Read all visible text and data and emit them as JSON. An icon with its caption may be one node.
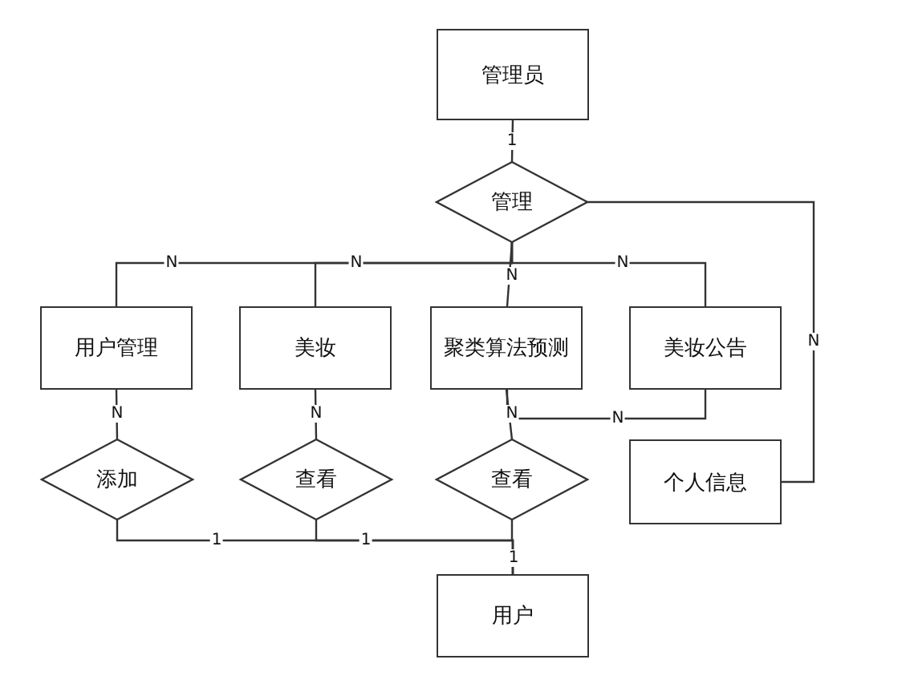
{
  "diagram": {
    "nodes": [
      {
        "text": [
          "管理员"
        ]
      },
      {
        "text": [
          "管理"
        ]
      },
      {
        "text": [
          "用户管理"
        ]
      },
      {
        "text": [
          "美妆"
        ]
      },
      {
        "text": [
          "聚类算法预测"
        ]
      },
      {
        "text": [
          "美妆公告"
        ]
      },
      {
        "text": [
          "添加"
        ]
      },
      {
        "text": [
          "查看"
        ]
      },
      {
        "text": [
          "查看"
        ]
      },
      {
        "text": [
          "个人信息"
        ]
      },
      {
        "text": [
          "用户"
        ]
      }
    ],
    "edges": [
      {
        "from": 0,
        "to": 1,
        "arrow": "none",
        "label": "1"
      },
      {
        "from": 1,
        "to": 2,
        "arrow": "none",
        "label": "N"
      },
      {
        "from": 1,
        "to": 3,
        "arrow": "none",
        "label": "N"
      },
      {
        "from": 1,
        "to": 4,
        "arrow": "none",
        "label": "N"
      },
      {
        "from": 1,
        "to": 5,
        "arrow": "none",
        "label": "N"
      },
      {
        "from": 1,
        "to": 9,
        "arrow": "none",
        "label": "N"
      },
      {
        "from": 2,
        "to": 6,
        "arrow": "none",
        "label": "N"
      },
      {
        "from": 3,
        "to": 7,
        "arrow": "none",
        "label": "N"
      },
      {
        "from": 4,
        "to": 8,
        "arrow": "none",
        "label": "N"
      },
      {
        "from": 5,
        "to": 4,
        "arrow": "none",
        "label": "N"
      },
      {
        "from": 6,
        "to": 10,
        "arrow": "none",
        "label": "1"
      },
      {
        "from": 7,
        "to": 10,
        "arrow": "none",
        "label": "1"
      },
      {
        "from": 8,
        "to": 10,
        "arrow": "none",
        "label": "1"
      }
    ]
  }
}
